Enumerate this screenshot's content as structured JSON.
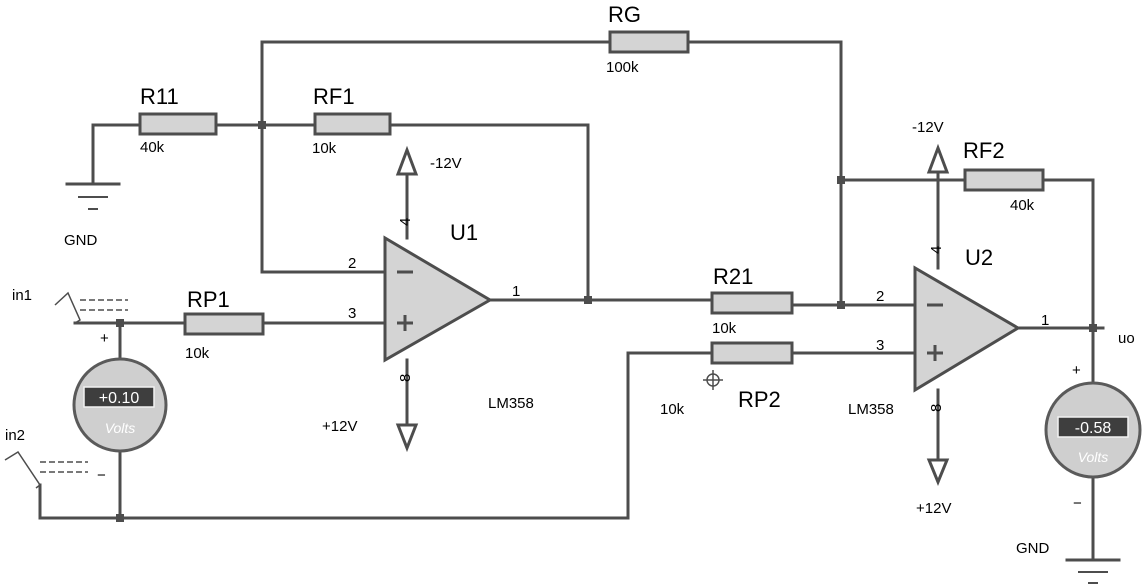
{
  "components": {
    "r11": {
      "name": "R11",
      "value": "40k"
    },
    "rf1": {
      "name": "RF1",
      "value": "10k"
    },
    "rg": {
      "name": "RG",
      "value": "100k"
    },
    "rp1": {
      "name": "RP1",
      "value": "10k"
    },
    "r21": {
      "name": "R21",
      "value": "10k"
    },
    "rp2": {
      "name": "RP2",
      "value": "10k"
    },
    "rf2": {
      "name": "RF2",
      "value": "40k"
    },
    "u1": {
      "name": "U1",
      "part": "LM358",
      "pin_inv": "2",
      "pin_noninv": "3",
      "pin_out": "1",
      "pin_vneg": "4",
      "pin_vpos": "8"
    },
    "u2": {
      "name": "U2",
      "part": "LM358",
      "pin_inv": "2",
      "pin_noninv": "3",
      "pin_out": "1",
      "pin_vneg": "4",
      "pin_vpos": "8"
    }
  },
  "rails": {
    "u1_neg": "-12V",
    "u1_pos": "+12V",
    "u2_neg": "-12V",
    "u2_pos": "+12V"
  },
  "grounds": {
    "left": "GND",
    "right": "GND"
  },
  "inputs": {
    "in1": "in1",
    "in2": "in2"
  },
  "output": {
    "label": "uo"
  },
  "meters": {
    "input": {
      "reading": "+0.10",
      "unit": "Volts",
      "plus": "+",
      "minus": "−"
    },
    "output": {
      "reading": "-0.58",
      "unit": "Volts",
      "plus": "+",
      "minus": "−"
    }
  }
}
